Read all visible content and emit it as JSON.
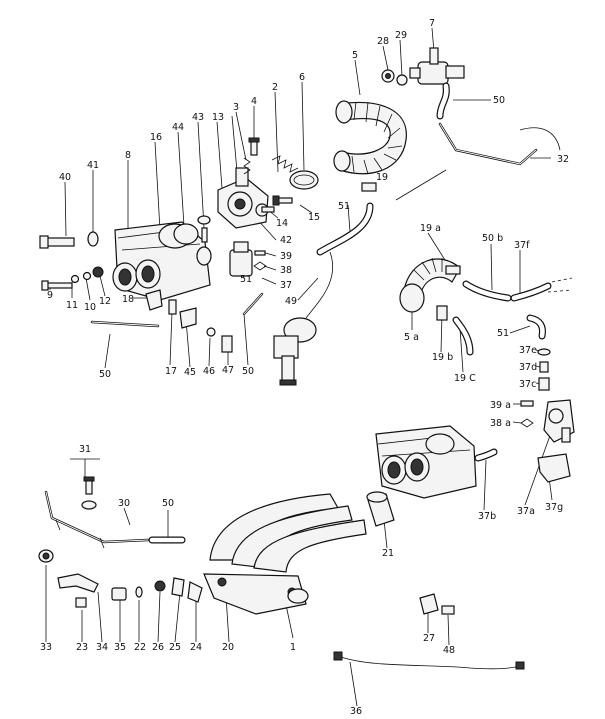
{
  "callouts": [
    {
      "id": "c1",
      "text": "1"
    },
    {
      "id": "c2",
      "text": "2"
    },
    {
      "id": "c3",
      "text": "3"
    },
    {
      "id": "c4",
      "text": "4"
    },
    {
      "id": "c5",
      "text": "5"
    },
    {
      "id": "c6",
      "text": "6"
    },
    {
      "id": "c7",
      "text": "7"
    },
    {
      "id": "c8",
      "text": "8"
    },
    {
      "id": "c9",
      "text": "9"
    },
    {
      "id": "c10",
      "text": "10"
    },
    {
      "id": "c11",
      "text": "11"
    },
    {
      "id": "c12",
      "text": "12"
    },
    {
      "id": "c13",
      "text": "13"
    },
    {
      "id": "c14",
      "text": "14"
    },
    {
      "id": "c15",
      "text": "15"
    },
    {
      "id": "c16",
      "text": "16"
    },
    {
      "id": "c17",
      "text": "17"
    },
    {
      "id": "c18",
      "text": "18"
    },
    {
      "id": "c19",
      "text": "19"
    },
    {
      "id": "c19a",
      "text": "19 a"
    },
    {
      "id": "c19b",
      "text": "19 b"
    },
    {
      "id": "c19c",
      "text": "19 C"
    },
    {
      "id": "c20",
      "text": "20"
    },
    {
      "id": "c21",
      "text": "21"
    },
    {
      "id": "c22",
      "text": "22"
    },
    {
      "id": "c23",
      "text": "23"
    },
    {
      "id": "c24",
      "text": "24"
    },
    {
      "id": "c25",
      "text": "25"
    },
    {
      "id": "c26",
      "text": "26"
    },
    {
      "id": "c27",
      "text": "27"
    },
    {
      "id": "c28",
      "text": "28"
    },
    {
      "id": "c29",
      "text": "29"
    },
    {
      "id": "c30",
      "text": "30"
    },
    {
      "id": "c31",
      "text": "31"
    },
    {
      "id": "c32",
      "text": "32"
    },
    {
      "id": "c33",
      "text": "33"
    },
    {
      "id": "c34",
      "text": "34"
    },
    {
      "id": "c35",
      "text": "35"
    },
    {
      "id": "c36",
      "text": "36"
    },
    {
      "id": "c37",
      "text": "37"
    },
    {
      "id": "c37a",
      "text": "37a"
    },
    {
      "id": "c37b",
      "text": "37b"
    },
    {
      "id": "c37c",
      "text": "37c"
    },
    {
      "id": "c37d",
      "text": "37d"
    },
    {
      "id": "c37e",
      "text": "37e"
    },
    {
      "id": "c37f",
      "text": "37f"
    },
    {
      "id": "c37g",
      "text": "37g"
    },
    {
      "id": "c38",
      "text": "38"
    },
    {
      "id": "c38a",
      "text": "38 a"
    },
    {
      "id": "c39",
      "text": "39"
    },
    {
      "id": "c39a",
      "text": "39 a"
    },
    {
      "id": "c40",
      "text": "40"
    },
    {
      "id": "c41",
      "text": "41"
    },
    {
      "id": "c42",
      "text": "42"
    },
    {
      "id": "c43",
      "text": "43"
    },
    {
      "id": "c44",
      "text": "44"
    },
    {
      "id": "c45",
      "text": "45"
    },
    {
      "id": "c46",
      "text": "46"
    },
    {
      "id": "c47",
      "text": "47"
    },
    {
      "id": "c48",
      "text": "48"
    },
    {
      "id": "c49",
      "text": "49"
    },
    {
      "id": "c50a",
      "text": "50"
    },
    {
      "id": "c50b",
      "text": "50"
    },
    {
      "id": "c50c",
      "text": "50"
    },
    {
      "id": "c50d",
      "text": "50"
    },
    {
      "id": "c50e",
      "text": "50 b"
    },
    {
      "id": "c51a",
      "text": "51"
    },
    {
      "id": "c51b",
      "text": "51"
    },
    {
      "id": "c51c",
      "text": "51"
    },
    {
      "id": "c5a",
      "text": "5 a"
    }
  ]
}
